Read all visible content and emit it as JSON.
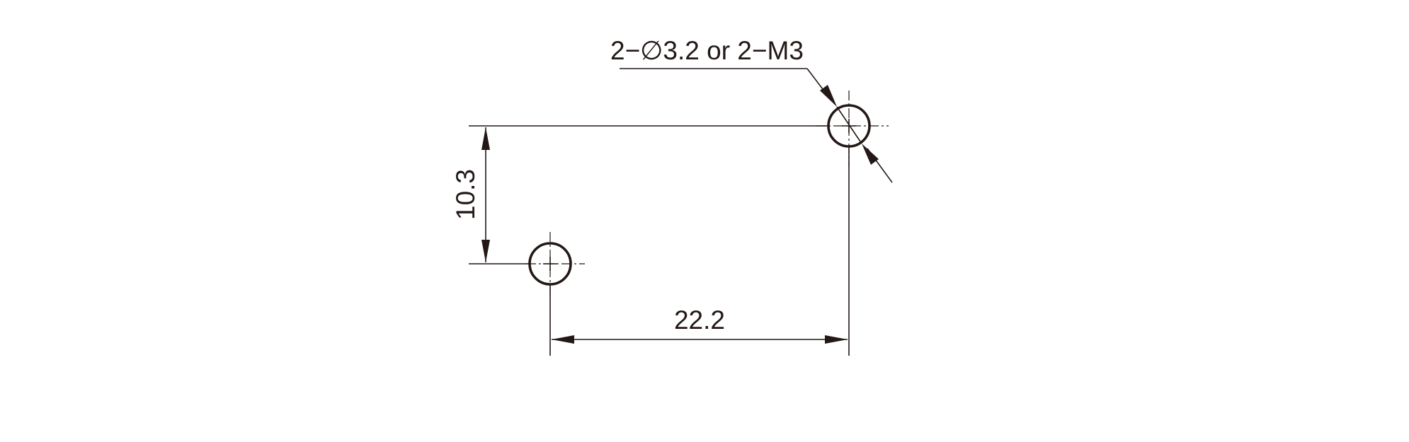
{
  "diagram": {
    "callout": "2−∅3.2 or 2−M3",
    "dim_vertical": "10.3",
    "dim_horizontal": "22.2"
  },
  "colors": {
    "ink": "#231815",
    "background": "#ffffff"
  }
}
